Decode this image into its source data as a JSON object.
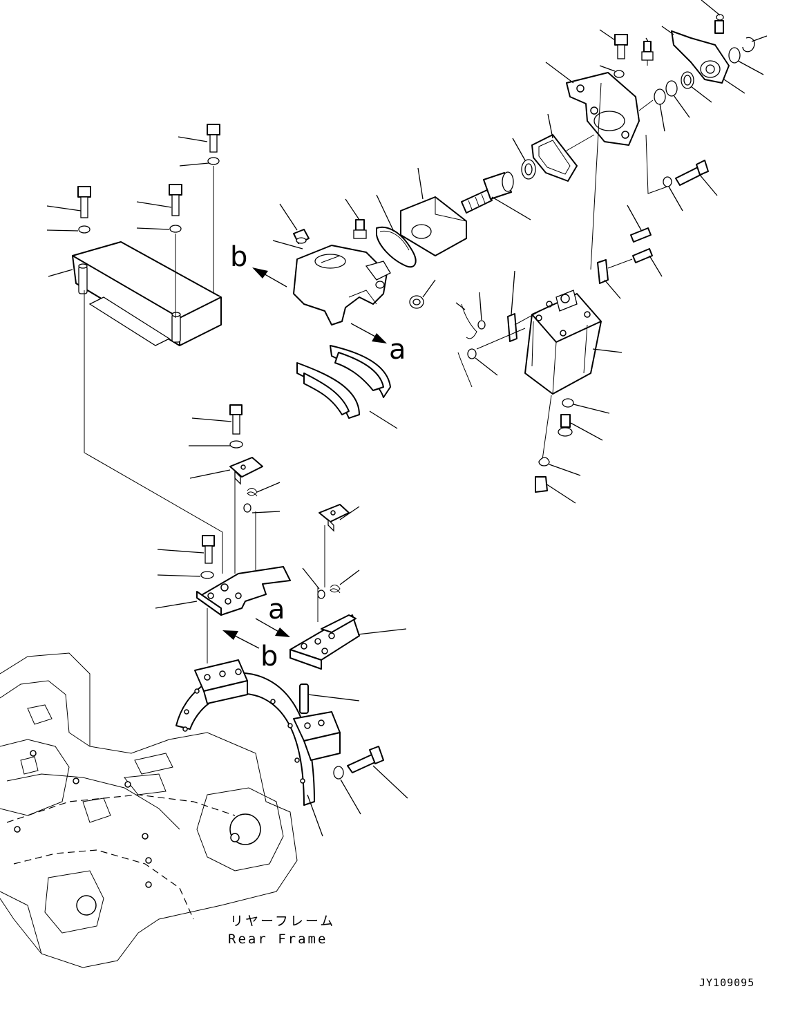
{
  "labels": {
    "b_upper": "b",
    "a_upper": "a",
    "a_lower": "a",
    "b_lower": "b"
  },
  "caption": {
    "jp": "リヤーフレーム",
    "en": "Rear Frame"
  },
  "drawing_code": "JY109095"
}
